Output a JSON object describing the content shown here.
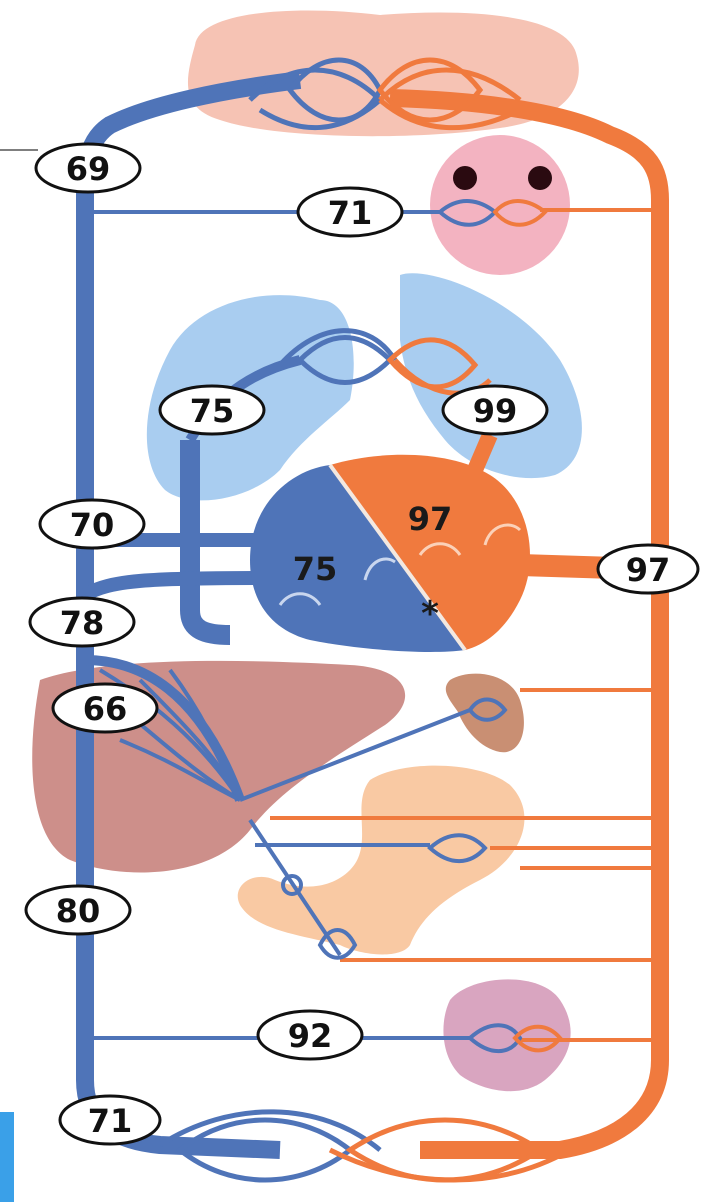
{
  "labels": {
    "head_vein": "69",
    "eyes": "71",
    "pulmonary_artery": "75",
    "pulmonary_vein": "99",
    "svc": "70",
    "ivc": "78",
    "hepatic": "66",
    "renal_vein": "80",
    "kidney": "92",
    "legs": "71",
    "aorta": "97"
  },
  "heart": {
    "left_value": "97",
    "right_value": "75",
    "mark": "*"
  },
  "colors": {
    "vein": "#4f74b8",
    "artery": "#f07a3e",
    "lung": "#a9cdf0",
    "liver": "#cd8f8a",
    "stomach": "#f9c9a3",
    "kidney": "#d9a5c0",
    "brain": "#f6c3b4"
  }
}
